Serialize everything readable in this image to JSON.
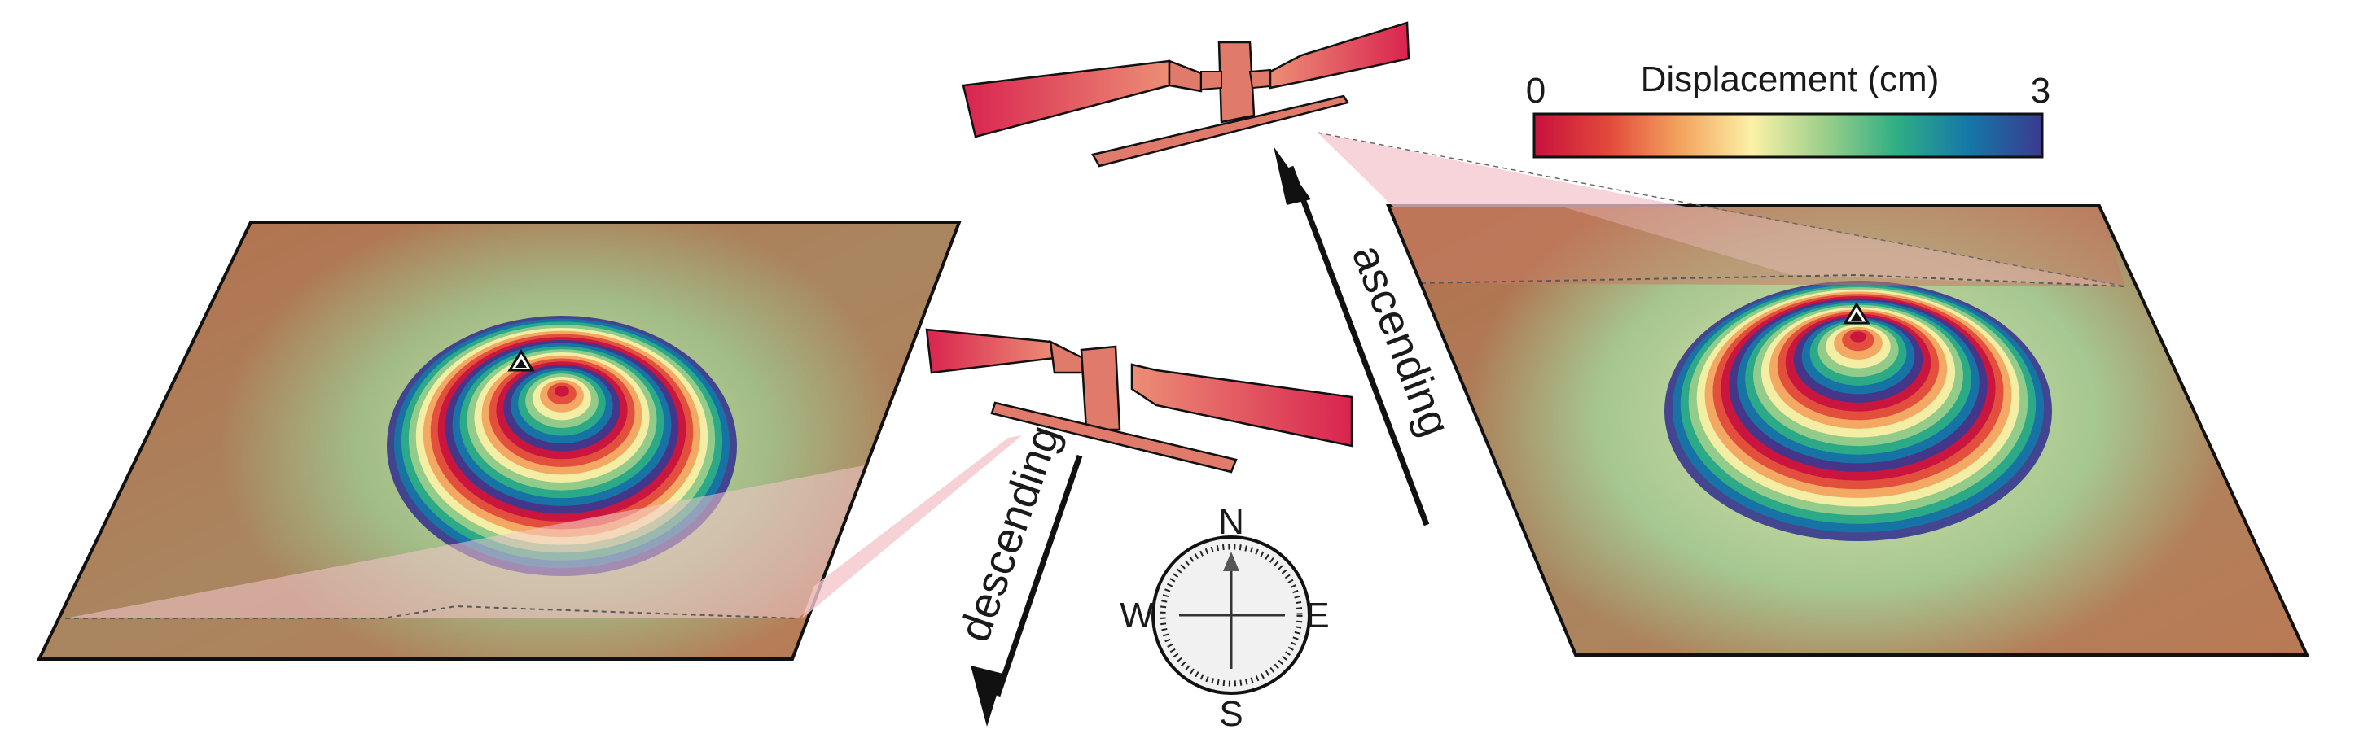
{
  "colorbar": {
    "title": "Displacement (cm)",
    "min_label": "0",
    "max_label": "3",
    "stops": [
      "#c8103e",
      "#e2483a",
      "#f3a25e",
      "#fbf1a6",
      "#9ccf8a",
      "#2fae84",
      "#1477a8",
      "#3b3a8f"
    ]
  },
  "orbits": {
    "ascending": "ascending",
    "descending": "descending"
  },
  "compass": {
    "north": "N",
    "south": "S",
    "east": "E",
    "west": "W"
  },
  "colors": {
    "terrain": "#b87a52",
    "terrain_light": "#c9946a",
    "satellite": "#e04a63",
    "satellite_body": "#e07a6a",
    "footprint": "#f6cfd2",
    "arrow": "#111111"
  }
}
